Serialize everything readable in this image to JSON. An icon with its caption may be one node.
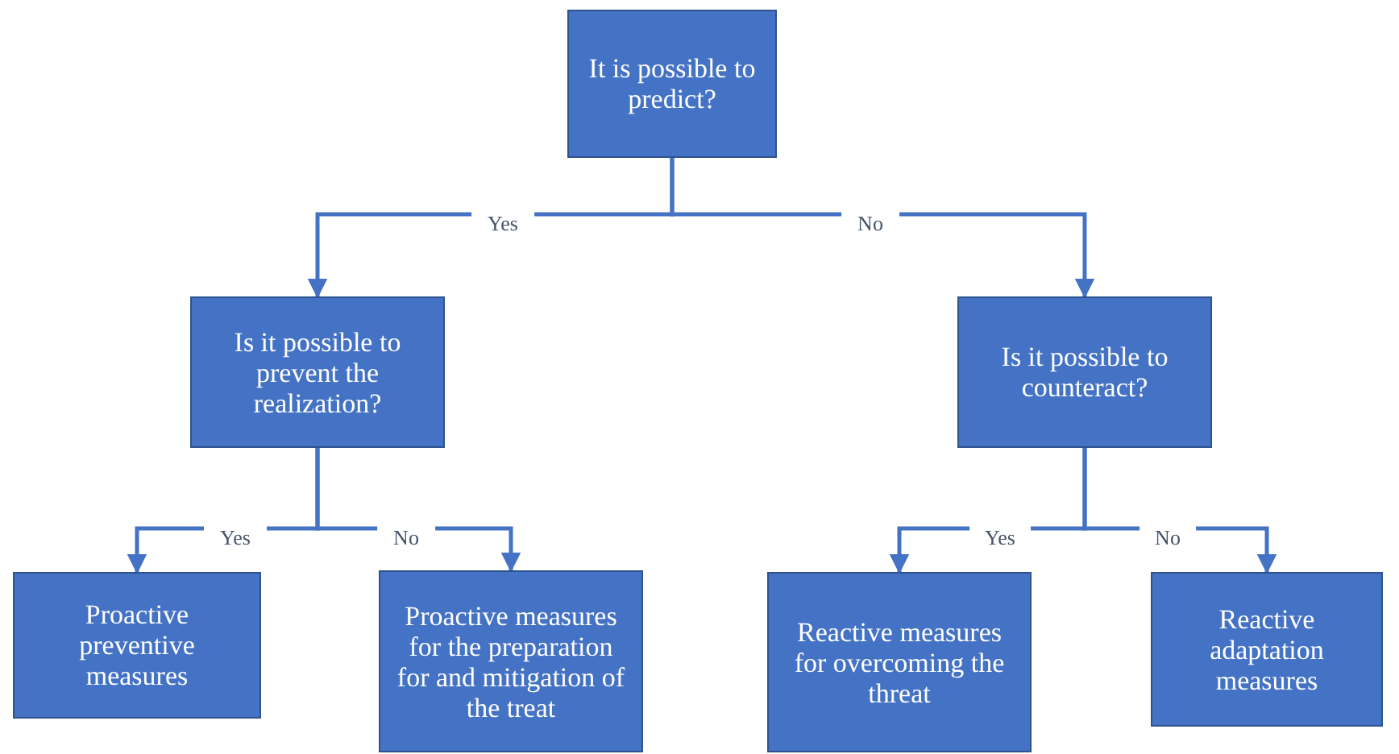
{
  "diagram": {
    "nodes": [
      {
        "text": [
          "It is possible to predict?"
        ]
      },
      {
        "text": [
          "Is it possible to prevent the realization?"
        ]
      },
      {
        "text": [
          "Is it possible to counteract?"
        ]
      },
      {
        "text": [
          "Proactive preventive measures"
        ]
      },
      {
        "text": [
          "Proactive measures for the preparation for and mitigation of the treat"
        ]
      },
      {
        "text": [
          "Reactive measures for overcoming the threat"
        ]
      },
      {
        "text": [
          "Reactive adaptation measures"
        ]
      }
    ],
    "edges": [
      {
        "from": 0,
        "to": 1,
        "arrow": "to",
        "label": "Yes"
      },
      {
        "from": 0,
        "to": 2,
        "arrow": "to",
        "label": "No"
      },
      {
        "from": 1,
        "to": 3,
        "arrow": "to",
        "label": "Yes"
      },
      {
        "from": 1,
        "to": 4,
        "arrow": "to",
        "label": "No"
      },
      {
        "from": 2,
        "to": 5,
        "arrow": "to",
        "label": "Yes"
      },
      {
        "from": 2,
        "to": 6,
        "arrow": "to",
        "label": "No"
      }
    ]
  }
}
